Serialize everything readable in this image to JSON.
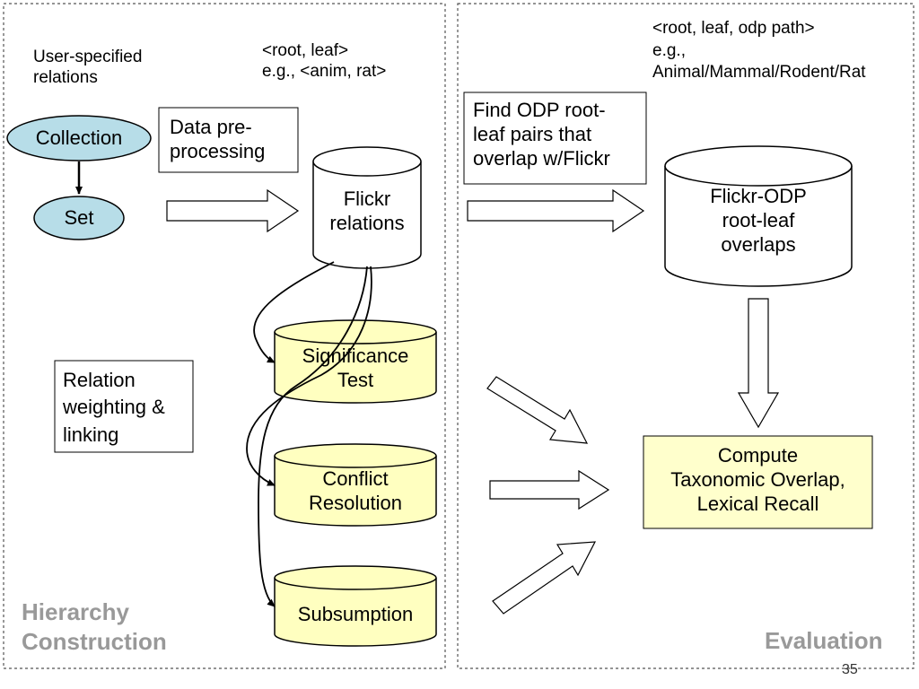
{
  "regions": {
    "left_title": "Hierarchy\nConstruction",
    "right_title": "Evaluation"
  },
  "slide_number": "35",
  "notes": {
    "user_relations": "User-specified\nrelations",
    "root_leaf_example": "<root, leaf>\ne.g., <anim, rat>",
    "odp_path_example": "<root, leaf, odp path>\ne.g.,\nAnimal/Mammal/Rodent/Rat"
  },
  "nodes": {
    "collection": "Collection",
    "set": "Set",
    "data_preprocessing": "Data pre-\nprocessing",
    "flickr_relations": "Flickr\nrelations",
    "find_odp": "Find ODP root-\nleaf pairs that\noverlap w/Flickr",
    "flickr_odp": "Flickr-ODP\nroot-leaf\noverlaps",
    "significance_test": "Significance\nTest",
    "conflict_resolution": "Conflict\nResolution",
    "subsumption": "Subsumption",
    "relation_weighting": "Relation\nweighting &\nlinking",
    "compute_overlap": "Compute\nTaxonomic Overlap,\nLexical Recall"
  },
  "colors": {
    "ellipse_fill": "#b7dde8",
    "cylinder_fill": "#ffffc0",
    "compute_fill": "#ffffcc",
    "region_title": "#999999"
  }
}
